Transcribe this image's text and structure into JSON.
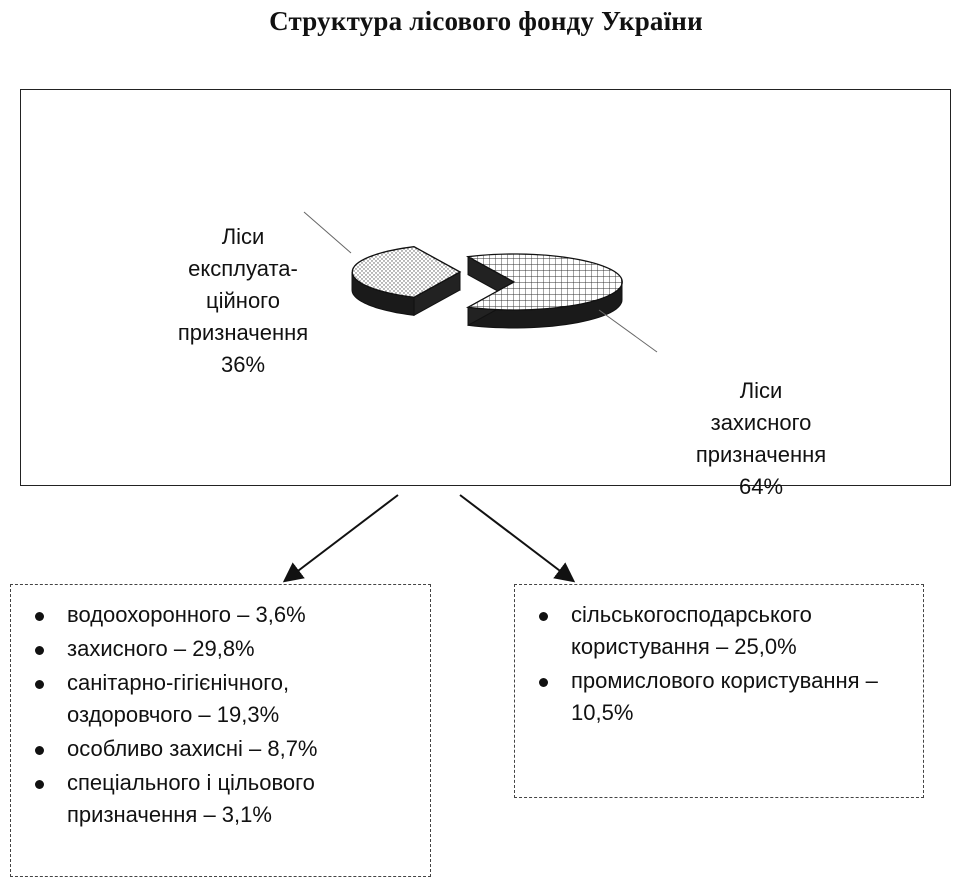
{
  "title": "Структура лісового фонду України",
  "chart_data": {
    "type": "pie",
    "title": "Структура лісового фонду України",
    "categories": [
      "Ліси експлуатаційного призначення",
      "Ліси захисного призначення"
    ],
    "values": [
      36,
      64
    ],
    "unit": "%",
    "labels": [
      {
        "lines": [
          "Ліси",
          "експлуата-",
          "ційного",
          "призначення",
          "36%"
        ]
      },
      {
        "lines": [
          "Ліси",
          "захисного",
          "призначення",
          "64%"
        ]
      }
    ],
    "legend": "none"
  },
  "breakdown_left": {
    "items": [
      {
        "text": "водоохоронного – 3,6%"
      },
      {
        "text": "захисного – 29,8%"
      },
      {
        "text": "санітарно-гігієнічного, оздоровчого – 19,3%"
      },
      {
        "text": "особливо захисні – 8,7%"
      },
      {
        "text": "спеціального і цільового призначення – 3,1%"
      }
    ]
  },
  "breakdown_right": {
    "items": [
      {
        "text": "сільськогосподарського користування – 25,0%"
      },
      {
        "text": "промислового користування – 10,5%"
      }
    ]
  }
}
